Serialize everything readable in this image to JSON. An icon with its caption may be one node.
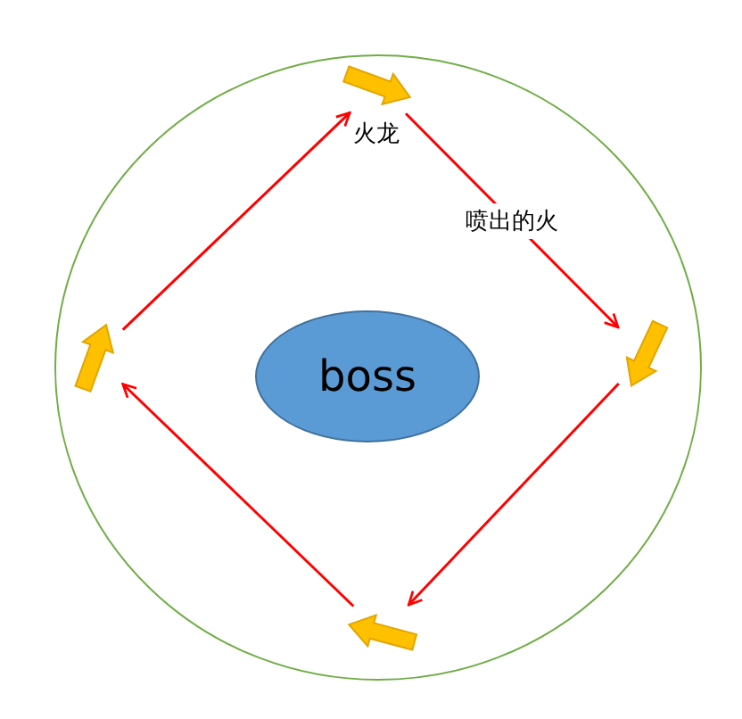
{
  "diagram": {
    "nodes": [
      {
        "text": [],
        "shape": "circle"
      },
      {
        "text": [
          "boss"
        ],
        "in": 0
      },
      {
        "text": [],
        "shape": "arrow",
        "in": 0,
        "beside": [
          "火龙"
        ]
      },
      {
        "text": [],
        "shape": "arrow",
        "in": 0
      },
      {
        "text": [],
        "shape": "arrow",
        "in": 0
      },
      {
        "text": [],
        "shape": "arrow",
        "in": 0
      }
    ],
    "edges": [
      {
        "from": 2,
        "to": 3,
        "arrow": "to",
        "label": "喷出的火"
      },
      {
        "from": 3,
        "to": 4,
        "arrow": "to"
      },
      {
        "from": 4,
        "to": 5,
        "arrow": "to"
      },
      {
        "from": 5,
        "to": 2,
        "arrow": "to"
      }
    ]
  }
}
